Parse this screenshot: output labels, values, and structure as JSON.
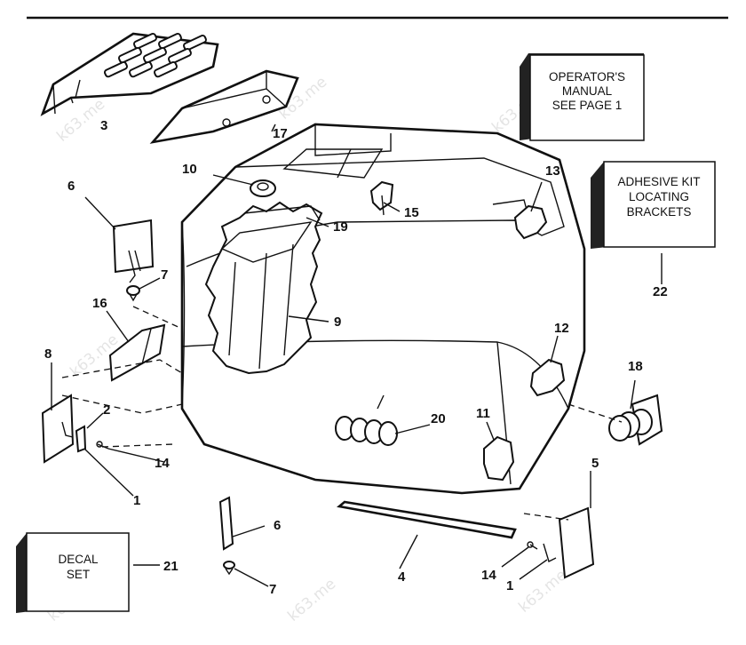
{
  "boxes": {
    "operators_manual": [
      "OPERATOR'S",
      "MANUAL",
      "SEE PAGE 1"
    ],
    "adhesive_kit": [
      "ADHESIVE KIT",
      "LOCATING",
      "BRACKETS"
    ],
    "decal_set": [
      "DECAL",
      "SET"
    ]
  },
  "callouts": {
    "n1a": "1",
    "n1b": "1",
    "n2": "2",
    "n3": "3",
    "n4": "4",
    "n5": "5",
    "n6a": "6",
    "n6b": "6",
    "n7a": "7",
    "n7b": "7",
    "n8": "8",
    "n9": "9",
    "n10": "10",
    "n11": "11",
    "n12": "12",
    "n13": "13",
    "n14a": "14",
    "n14b": "14",
    "n15": "15",
    "n16": "16",
    "n17": "17",
    "n18": "18",
    "n19": "19",
    "n20": "20",
    "n21": "21",
    "n22": "22"
  },
  "watermark": "k63.me"
}
